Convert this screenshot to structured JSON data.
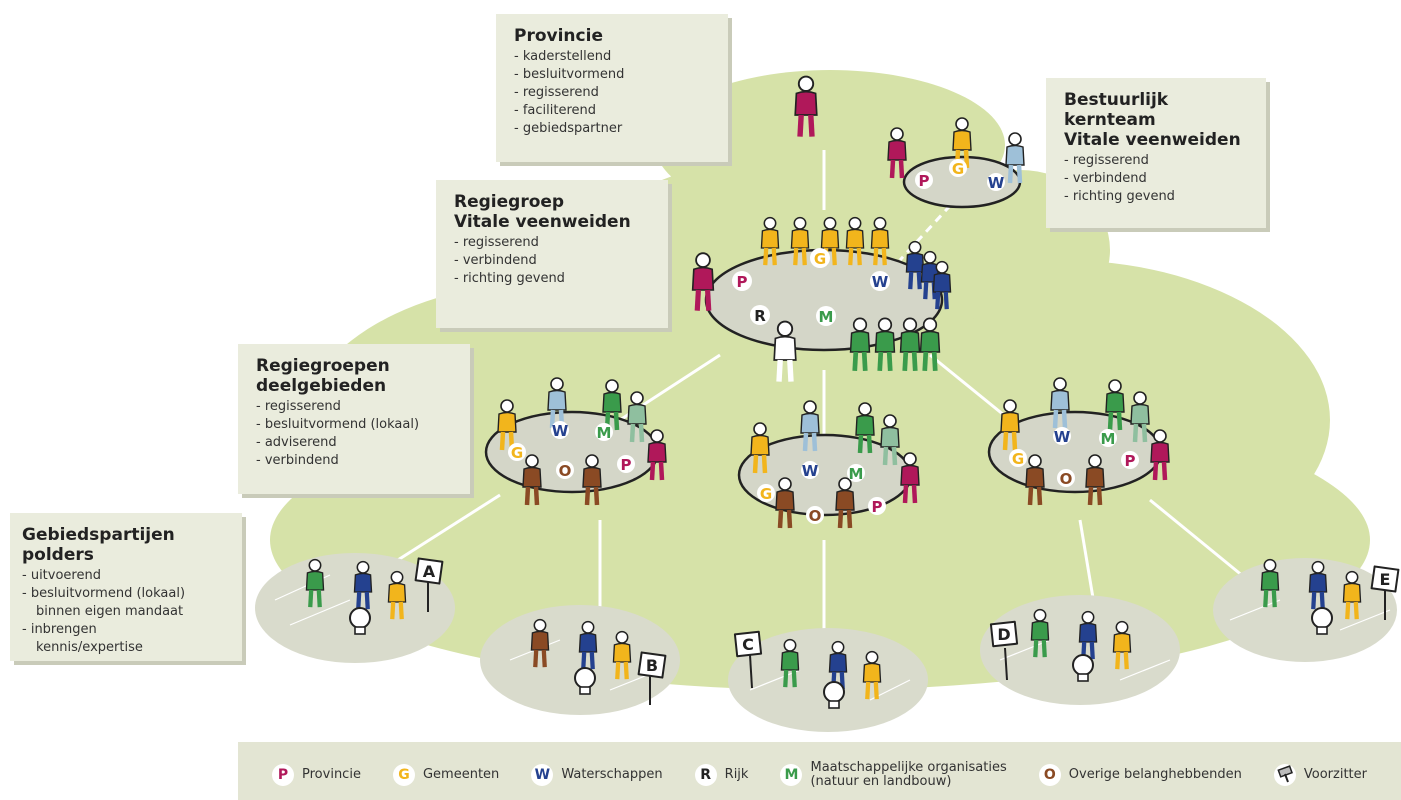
{
  "boxes": {
    "provincie": {
      "title": "Provincie",
      "items": [
        "kaderstellend",
        "besluitvormend",
        "regisserend",
        "faciliterend",
        "gebiedspartner"
      ]
    },
    "kernteam": {
      "title": "Bestuurlijk kernteam\nVitale veenweiden",
      "items": [
        "regisserend",
        "verbindend",
        "richting gevend"
      ]
    },
    "regiegroep": {
      "title": "Regiegroep\nVitale veenweiden",
      "items": [
        "regisserend",
        "verbindend",
        "richting gevend"
      ]
    },
    "deelgebieden": {
      "title": "Regiegroepen\ndeelgebieden",
      "items": [
        "regisserend",
        "besluitvormend (lokaal)",
        "adviserend",
        "verbindend"
      ]
    },
    "gebiedspartijen": {
      "title": "Gebiedspartijen polders",
      "items": [
        "uitvoerend",
        "besluitvormend (lokaal)\nbinnen eigen mandaat",
        "inbrengen\nkennis/expertise"
      ]
    }
  },
  "table_letters": {
    "P": "P",
    "G": "G",
    "W": "W",
    "R": "R",
    "M": "M",
    "O": "O"
  },
  "polders": [
    "A",
    "B",
    "C",
    "D",
    "E"
  ],
  "legend": {
    "provincie": {
      "symbol": "P",
      "label": "Provincie"
    },
    "gemeenten": {
      "symbol": "G",
      "label": "Gemeenten"
    },
    "waterschappen": {
      "symbol": "W",
      "label": "Waterschappen"
    },
    "rijk": {
      "symbol": "R",
      "label": "Rijk"
    },
    "maatschappelijk": {
      "symbol": "M",
      "label": "Maatschappelijke organisaties\n(natuur en landbouw)"
    },
    "overige": {
      "symbol": "O",
      "label": "Overige belanghebbenden"
    },
    "voorzitter": {
      "symbol": "gavel-icon",
      "label": "Voorzitter"
    }
  },
  "colors": {
    "background_blob": "#d6e2a8",
    "provincie": "#b0185a",
    "gemeenten": "#f2b51c",
    "waterschappen": "#24418f",
    "rijk": "#222222",
    "maatschappelijk": "#3a9b4b",
    "overige": "#8a4a24",
    "box": "#eaecdd",
    "legend_bg": "#e3e5d3"
  }
}
